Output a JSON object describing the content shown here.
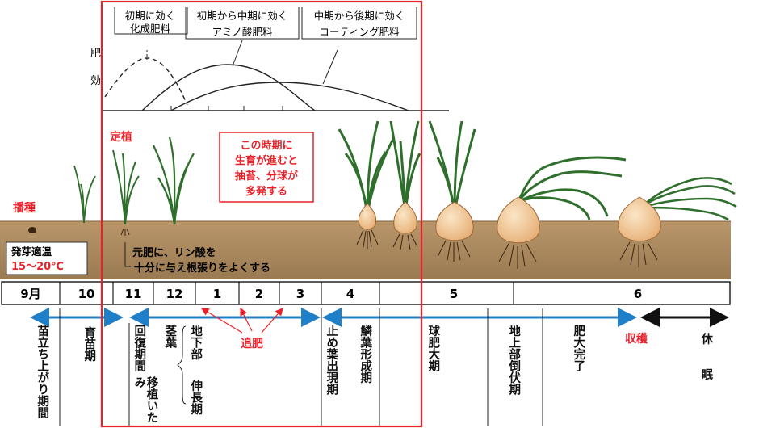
{
  "fertilizer_curve": {
    "axis_label_top": "肥",
    "axis_label_bottom": "効",
    "labels": [
      {
        "line1": "初期に効く",
        "line2": "化成肥料"
      },
      {
        "line1": "初期から中期に効く",
        "line2": "アミノ酸肥料"
      },
      {
        "line1": "中期から後期に効く",
        "line2": "コーティング肥料"
      }
    ]
  },
  "stages": {
    "sowing": "播種",
    "transplant": "定植",
    "harvest": "収穫"
  },
  "germination": {
    "label": "発芽適温",
    "temp": "15〜20℃"
  },
  "callout": {
    "lines": [
      "この時期に",
      "生育が進むと",
      "抽苔、分球が",
      "多発する"
    ]
  },
  "base_fertilizer_note": {
    "lines": [
      "元肥に、リン酸を",
      "十分に与え根張りをよくする"
    ]
  },
  "months": [
    "9月",
    "10",
    "11",
    "12",
    "1",
    "2",
    "3",
    "4",
    "5",
    "6"
  ],
  "topdressing": "追肥",
  "periods": {
    "seedling_emergence": "苗立ち上がり期間",
    "nursery": "育苗期",
    "recovery": "回復期間",
    "transplant_shock": "移植いたみ",
    "stem_leaf": "茎葉",
    "underground": "地下部",
    "elongation": "伸長期",
    "leaf_stop": "止め葉出現期",
    "scale_leaf": "鱗葉形成期",
    "bulb_enlarge": "球肥大期",
    "leaf_fall": "地上部倒伏期",
    "enlarge_done": "肥大完了",
    "dormant_1": "休",
    "dormant_2": "眠"
  },
  "colors": {
    "red": "#e8212a",
    "blue": "#1f7fc8",
    "soil": "#a8865a",
    "soil_dark": "#8c6b43",
    "leaf": "#5aa64a",
    "leaf_dark": "#2f6f2c",
    "bulb": "#f3cfa3",
    "bulb_edge": "#9c6a3a"
  }
}
